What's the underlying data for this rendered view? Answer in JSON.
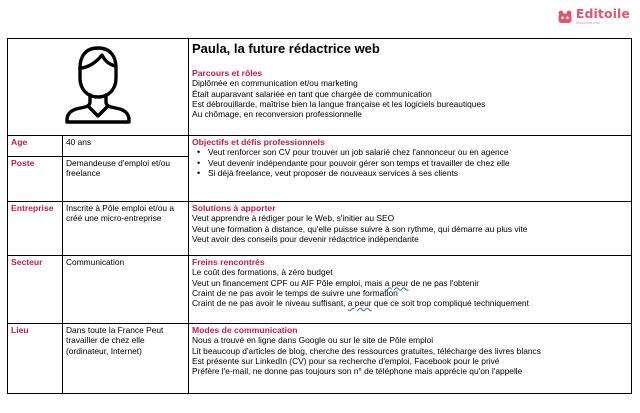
{
  "brand": {
    "name": "Editoile",
    "tagline": "rédaction web"
  },
  "persona": {
    "title": "Paula, la future rédactrice web",
    "sections": {
      "parcours": {
        "heading": "Parcours et rôles",
        "lines": [
          "Diplômée en communication et/ou marketing",
          "Était auparavant salariée en tant que chargée de communication",
          "Est débrouillarde, maîtrise bien la langue française et les logiciels bureautiques",
          "Au chômage, en reconversion professionnelle"
        ]
      },
      "objectifs": {
        "heading": "Objectifs et défis professionnels",
        "bullets": [
          "Veut renforcer son CV pour trouver un job salarié chez l'annonceur ou en agence",
          "Veut devenir indépendante pour pouvoir gérer son temps et travailler de chez elle",
          "Si déjà freelance, veut proposer de nouveaux services à ses clients"
        ]
      },
      "solutions": {
        "heading": "Solutions à apporter",
        "lines": [
          "Veut apprendre à rédiger pour le Web, s'initier au SEO",
          "Veut une formation à distance, qu'elle puisse suivre à son rythme, qui démarre au plus vite",
          "Veut avoir des conseils pour devenir rédactrice indépendante"
        ]
      },
      "freins": {
        "heading": "Freins rencontrés",
        "line1": "Le coût des formations, à zéro budget",
        "line2_a": "Veut un financement CPF ou AIF Pôle emploi, mais ",
        "line2_b": "a peur",
        "line2_c": " de ne pas l'obtenir",
        "line3": "Craint de ne pas avoir le temps de suivre une formation",
        "line4_a": "Craint de ne pas avoir le niveau suffisant, ",
        "line4_b": "a peur",
        "line4_c": " que ce soit trop compliqué techniquement"
      },
      "modes": {
        "heading": "Modes de communication",
        "lines": [
          "Nous a trouvé en ligne dans Google ou sur le site de Pôle emploi",
          "Lit beaucoup d'articles de blog, cherche des ressources gratuites, télécharge des livres blancs",
          "Est présente sur LinkedIn (CV) pour sa recherche d'emploi, Facebook pour le privé",
          "Préfère l'e-mail, ne donne pas toujours son n° de téléphone mais apprécie qu'on l'appelle"
        ]
      }
    },
    "fields": {
      "age": {
        "label": "Age",
        "value": "40 ans"
      },
      "poste": {
        "label": "Poste",
        "value": "Demandeuse d'emploi et/ou freelance"
      },
      "entreprise": {
        "label": "Entreprise",
        "value": "Inscrite à Pôle emploi et/ou a créé une micro-entreprise"
      },
      "secteur": {
        "label": "Secteur",
        "value": "Communication"
      },
      "lieu": {
        "label": "Lieu",
        "value": "Dans toute la France Peut travailler de chez elle (ordinateur, Internet)"
      }
    }
  },
  "icons": {
    "avatar": "woman-avatar-icon",
    "brand": "editoile-logo-icon"
  },
  "colors": {
    "heading": "#c11b4d",
    "brand": "#e05670"
  }
}
